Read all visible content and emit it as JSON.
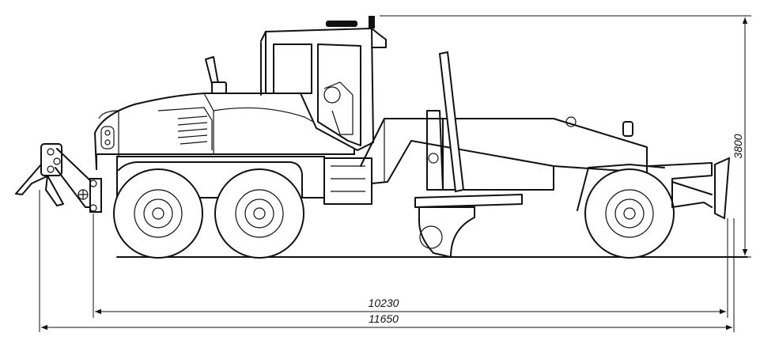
{
  "dimensions": {
    "wheelbase_length": "10230",
    "overall_length": "11650",
    "height": "3800"
  }
}
